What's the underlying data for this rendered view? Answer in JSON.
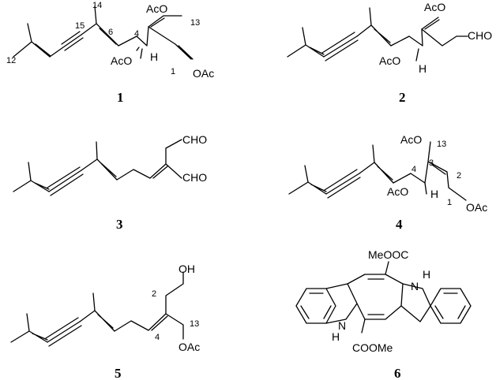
{
  "compounds": [
    {
      "label": "1",
      "groups": [
        "AcO",
        "AcO",
        "OAc",
        "H"
      ],
      "locants": [
        "15",
        "12",
        "14",
        "6",
        "4",
        "13",
        "1"
      ]
    },
    {
      "label": "2",
      "groups": [
        "AcO",
        "CHO",
        "AcO",
        "H"
      ],
      "locants": []
    },
    {
      "label": "3",
      "groups": [
        "CHO",
        "CHO"
      ],
      "locants": []
    },
    {
      "label": "4",
      "groups": [
        "AcO",
        "AcO",
        "OAc",
        "H"
      ],
      "locants": [
        "13",
        "3",
        "4",
        "2",
        "1"
      ]
    },
    {
      "label": "5",
      "groups": [
        "OH",
        "OAc"
      ],
      "locants": [
        "2",
        "13",
        "4"
      ]
    },
    {
      "label": "6",
      "groups": [
        "MeOOC",
        "H",
        "N",
        "H",
        "N",
        "COOMe"
      ],
      "locants": []
    }
  ]
}
